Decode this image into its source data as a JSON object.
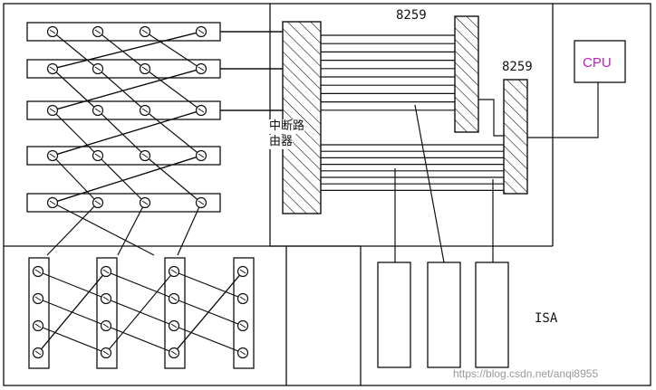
{
  "labels": {
    "pic_master": "8259",
    "pic_slave": "8259",
    "cpu": "CPU",
    "router_line1": "中断路",
    "router_line2": "由器",
    "isa": "ISA"
  },
  "watermark": "https://blog.csdn.net/anqi8955",
  "colors": {
    "line": "#111111",
    "cpu_text": "#c020c0",
    "watermark": "#9a9a9a"
  }
}
